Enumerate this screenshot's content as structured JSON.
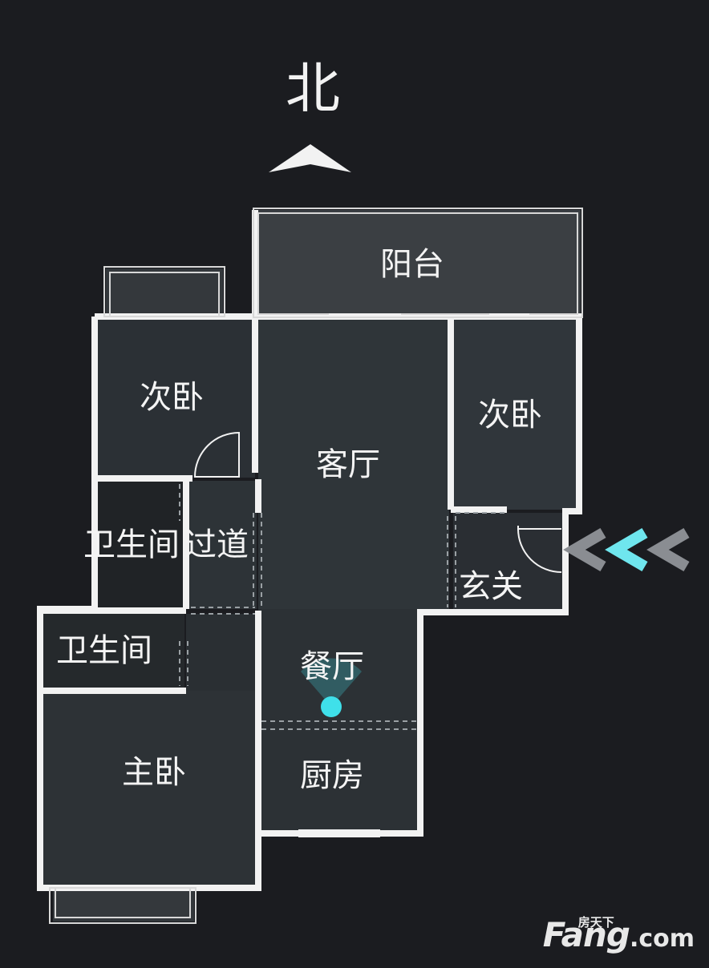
{
  "compass": {
    "label": "北"
  },
  "rooms": {
    "balcony_north": "阳台",
    "bedroom_nw": "次卧",
    "living_room": "客厅",
    "bedroom_ne": "次卧",
    "bathroom_1": "卫生间",
    "corridor": "过道",
    "entrance": "玄关",
    "bathroom_2": "卫生间",
    "dining_room": "餐厅",
    "master_bedroom": "主卧",
    "kitchen": "厨房"
  },
  "logo": {
    "cn": "房天下",
    "brand": "Fang",
    "domain": ".com"
  },
  "colors": {
    "background": "#1b1c20",
    "wall": "#f2f2f2",
    "floor": "#2b3035",
    "marker": "#3fe0ea",
    "arrow_active": "#6fe6ee",
    "arrow_inactive": "#8a8d92"
  },
  "icons": [
    "north-arrow-icon",
    "position-marker-icon",
    "entry-arrows-icon",
    "door-swing-icon"
  ]
}
